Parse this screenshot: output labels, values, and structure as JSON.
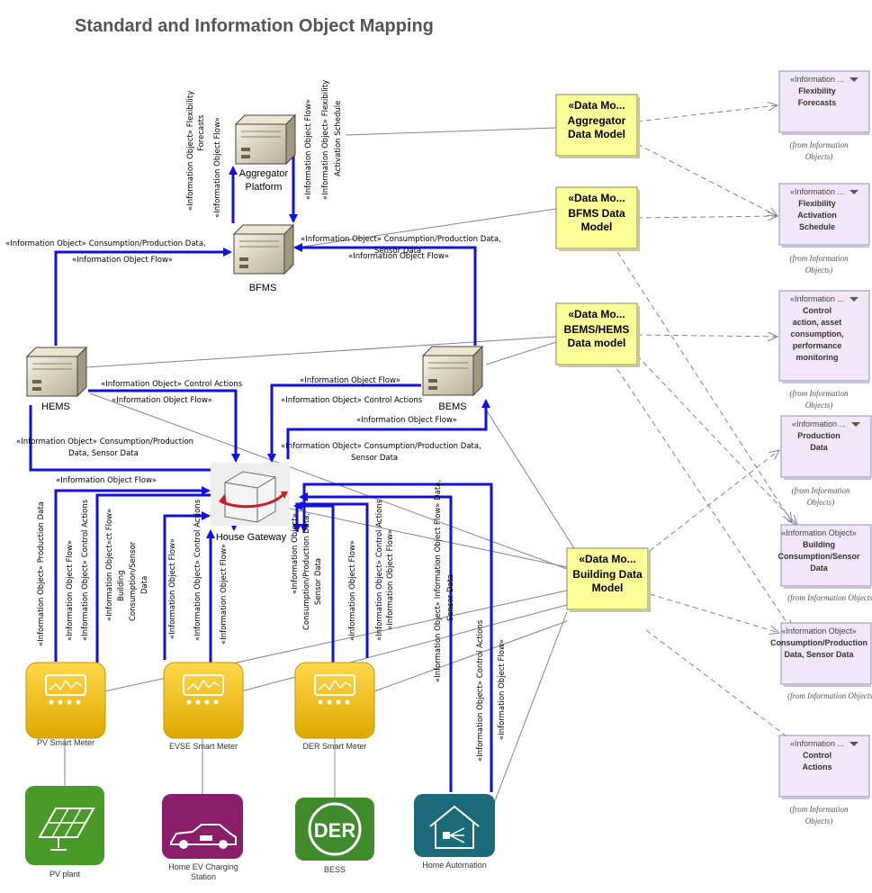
{
  "title": "Standard and Information Object Mapping",
  "nodes": {
    "aggregator": "Aggregator Platform",
    "aggregator_l1": "Aggregator",
    "aggregator_l2": "Platform",
    "bfms": "BFMS",
    "hems": "HEMS",
    "bems": "BEMS",
    "gateway": "House Gateway"
  },
  "devices": {
    "pv_meter": "PV Smart Meter",
    "evse_meter": "EVSE Smart Meter",
    "der_meter": "DER Smart Meter",
    "pv_plant": "PV plant",
    "ev_station_l1": "Home EV Charging",
    "ev_station_l2": "Station",
    "bess": "BESS",
    "home_automation": "Home Automation",
    "der_icon_text": "DER"
  },
  "data_models": [
    {
      "stereotype": "«Data Mo...",
      "l1": "Aggregator",
      "l2": "Data Model"
    },
    {
      "stereotype": "«Data Mo...",
      "l1": "BFMS Data",
      "l2": "Model"
    },
    {
      "stereotype": "«Data Mo...",
      "l1": "BEMS/HEMS",
      "l2": "Data model"
    },
    {
      "stereotype": "«Data Mo...",
      "l1": "Building Data",
      "l2": "Model"
    }
  ],
  "info_objects": [
    {
      "stereotype": "«Information ...",
      "lines": [
        "Flexibility",
        "Forecasts"
      ]
    },
    {
      "stereotype": "«Information ...",
      "lines": [
        "Flexibility",
        "Activation",
        "Schedule"
      ]
    },
    {
      "stereotype": "«Information ...",
      "lines": [
        "Control",
        "action, asset",
        "consumption,",
        "performance",
        "monitoring"
      ]
    },
    {
      "stereotype": "«Information ...",
      "lines": [
        "Production",
        "Data"
      ]
    },
    {
      "stereotype": "«Information Object»",
      "lines": [
        "Building",
        "Consumption/Sensor",
        "Data"
      ]
    },
    {
      "stereotype": "«Information Object»",
      "lines": [
        "Consumption/Production",
        "Data, Sensor Data"
      ]
    },
    {
      "stereotype": "«Information ...",
      "lines": [
        "Control",
        "Actions"
      ]
    }
  ],
  "from_l1": "(from Information",
  "from_l2": "Objects)",
  "from_single": "(from Information Objects)",
  "flow_labels": {
    "hems_bfms_1": "«Information Object» Consumption/Production Data,",
    "hems_bfms_2": "«Information Object Flow»",
    "bems_bfms_1": "«Information Object» Consumption/Production Data,",
    "bems_bfms_1b": "Sensor Data",
    "bems_bfms_2": "«Information Object Flow»",
    "bfms_agg_rot1": "«Information Object» Flexibility",
    "bfms_agg_rot1b": "Forecasts",
    "bfms_agg_rot2": "«Information Object Flow»",
    "agg_bfms_rot1": "«Information Object Flow»",
    "agg_bfms_rot2": "«Information Object» Flexibility",
    "agg_bfms_rot2b": "Activation Schedule",
    "hems_gw_1": "«Information Object» Control Actions",
    "hems_gw_2": "«Information Object Flow»",
    "bems_gw_1": "«Information Object Flow»",
    "bems_gw_2": "«Information Object» Control Actions",
    "gw_bems_1": "«Information Object Flow»",
    "gw_bems_2": "«Information Object» Consumption/Production Data,",
    "gw_bems_2b": "Sensor Data",
    "gw_hems_1": "«Information Object» Consumption/Production",
    "gw_hems_1b": "Data, Sensor Data",
    "gw_hems_2": "«Information Object Flow»",
    "pv_r1": "«Information Object» Production Data",
    "pv_r2": "«Information Object Flow»",
    "pv_r3": "«Information Object» Control Actions",
    "pv_r4": "«Information Object»ct Flow»",
    "pv_r4b": "Building",
    "pv_r4c": "Consumption/Sensor",
    "pv_r4d": "Data",
    "ev_r1": "«Information Object Flow»",
    "ev_r2": "«Information Object» Control Actions",
    "ev_r3": "«Information Object Flow»",
    "der_r1": "«Information Object»",
    "der_r1b": "Consumption/Production Data,",
    "der_r1c": "Sensor Data",
    "der_r2": "«Information Object Flow»",
    "der_r3": "«Information Object» Control Actions",
    "der_r4": "«Information Object Flow»",
    "ha_r1": "«Information Object» Information Object Flow» Data,",
    "ha_r1b": "Sensor Data",
    "ha_r2": "«Information Object» Control Actions",
    "ha_r3": "«Information Object Flow»"
  },
  "colors": {
    "flow": "#1010e0",
    "data_model_fill": "#ffff99",
    "info_object_fill": "#f0e8f8",
    "meter_yellow": "#f5c000",
    "pv_green": "#4a9a2a",
    "ev_purple": "#8b1e6b",
    "der_green": "#3f8a2a",
    "ha_teal": "#1b6a7a"
  }
}
